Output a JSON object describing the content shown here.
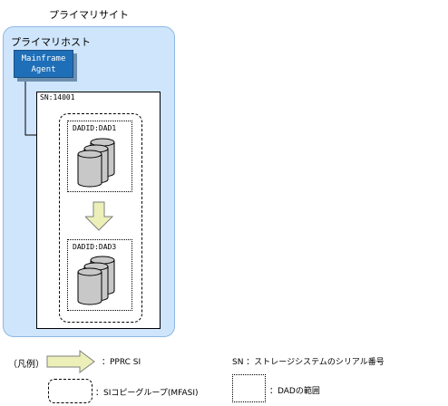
{
  "site": {
    "title": "プライマリサイト",
    "host_title": "プライマリホスト"
  },
  "mainframe_agent": {
    "line1": "Mainframe",
    "line2": "Agent"
  },
  "storage": {
    "sn_label": "SN:14001"
  },
  "volumes": {
    "dad1_label": "DADID:DAD1",
    "dad3_label": "DADID:DAD3"
  },
  "legend": {
    "heading": "（凡例）",
    "pprc_label": "：PPRC SI",
    "si_group_label": "：SIコピーグループ(MFASI)",
    "sn_desc": "SN ：ストレージシステムのシリアル番号",
    "dad_range_label": "：DADの範囲"
  },
  "colors": {
    "site_fill": "#cfe5fb",
    "site_border": "#8fb8e4",
    "agent_fill": "#1f6fb8",
    "arrow_fill": "#ecf0b8",
    "disk_fill": "#c8c8c8"
  }
}
